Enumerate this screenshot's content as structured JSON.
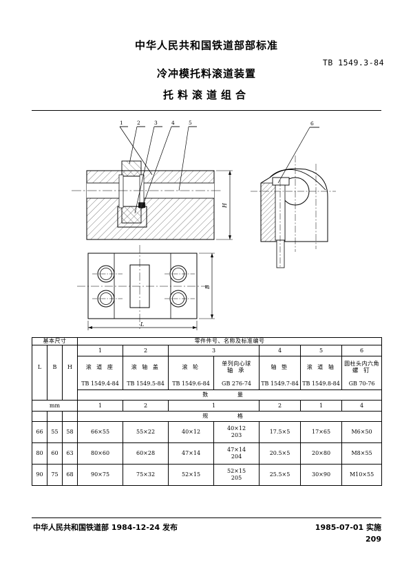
{
  "header": {
    "org": "中华人民共和国铁道部部标准",
    "std_no": "TB 1549.3-84",
    "title_line1": "冷冲模托料滚道装置",
    "title_line2": "托料滚道组合"
  },
  "drawing": {
    "leaders": [
      "1",
      "2",
      "3",
      "4",
      "5",
      "6"
    ],
    "dim_h": "H",
    "dim_b": "B",
    "dim_l": "L"
  },
  "table": {
    "basic_dim_header": "基本尺寸",
    "parts_header": "零件件号、名称及标准编号",
    "qty_header": "数 量",
    "spec_header": "规 格",
    "unit": "mm",
    "dim_cols": [
      "L",
      "B",
      "H"
    ],
    "part_numbers": [
      "1",
      "2",
      "3",
      "4",
      "5",
      "6"
    ],
    "parts": [
      {
        "no": "1",
        "name": "滚 道 座",
        "name2": "",
        "code": "TB 1549.4-84",
        "qty": "1"
      },
      {
        "no": "2",
        "name": "滚 轴 盖",
        "name2": "",
        "code": "TB 1549.5-84",
        "qty": "2"
      },
      {
        "no": "3a",
        "name": "滚 轮",
        "name2": "",
        "code": "TB 1549.6-84",
        "qty": "1"
      },
      {
        "no": "3b",
        "name": "单列向心球",
        "name2": "轴 承",
        "code": "GB 276-74",
        "qty": "1"
      },
      {
        "no": "4",
        "name": "轴 垫",
        "name2": "",
        "code": "TB 1549.7-84",
        "qty": "2"
      },
      {
        "no": "5",
        "name": "滚 道 轴",
        "name2": "",
        "code": "TB 1549.8-84",
        "qty": "1"
      },
      {
        "no": "6",
        "name": "圆柱头内六角",
        "name2": "螺 钉",
        "code": "GB 70-76",
        "qty": "4"
      }
    ],
    "rows": [
      {
        "L": "66",
        "B": "55",
        "H": "58",
        "specs": [
          "66×55",
          "55×22",
          "40×12",
          "40×12",
          "17.5×5",
          "17×65",
          "M6×50"
        ],
        "bearing_code": "203"
      },
      {
        "L": "80",
        "B": "60",
        "H": "63",
        "specs": [
          "80×60",
          "60×28",
          "47×14",
          "47×14",
          "20.5×5",
          "20×80",
          "M8×55"
        ],
        "bearing_code": "204"
      },
      {
        "L": "90",
        "B": "75",
        "H": "68",
        "specs": [
          "90×75",
          "75×32",
          "52×15",
          "52×15",
          "25.5×5",
          "30×90",
          "M10×55"
        ],
        "bearing_code": "205"
      }
    ]
  },
  "footer": {
    "issue": "中华人民共和国铁道部 1984-12-24 发布",
    "effective": "1985-07-01 实施",
    "page": "209"
  }
}
